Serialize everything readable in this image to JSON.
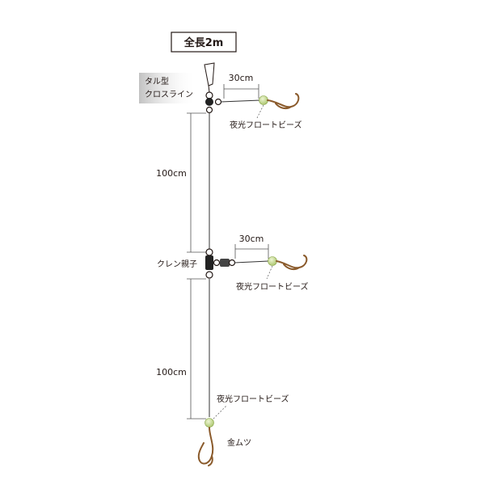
{
  "title": "全長2m",
  "labels": {
    "barrel_swivel": [
      "タル型",
      "クロスライン"
    ],
    "dim_top_branch": "30cm",
    "bead_top": "夜光フロートビーズ",
    "dim_upper_trunk": "100cm",
    "dim_mid_branch": "30cm",
    "crane_swivel": "クレン親子",
    "bead_mid": "夜光フロートビーズ",
    "dim_lower_trunk": "100cm",
    "bead_bottom": "夜光フロートビーズ",
    "hook_bottom": "金ムツ"
  },
  "colors": {
    "line": "#333333",
    "bead": "#c8dd8e",
    "hook": "#8a5a2b",
    "swivel": "#222222",
    "title_bg": "#f0f0f0"
  }
}
